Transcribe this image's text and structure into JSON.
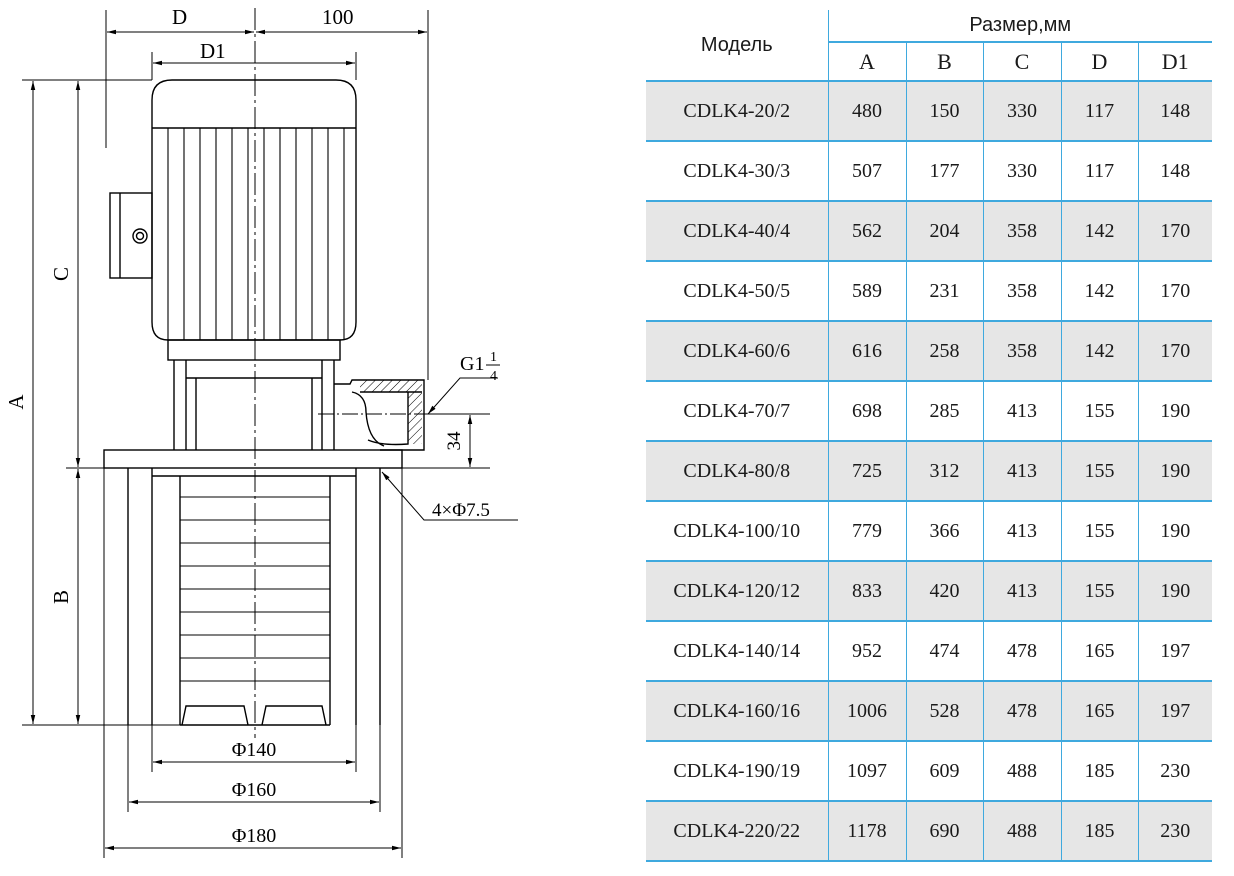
{
  "drawing": {
    "dims": {
      "D": "D",
      "D1": "D1",
      "width_100": "100",
      "A": "A",
      "B": "B",
      "C": "C",
      "thread": "G1",
      "thread_frac_num": "1",
      "thread_frac_den": "4",
      "offset_34": "34",
      "holes": "4×Φ7.5",
      "dia_140": "Φ140",
      "dia_160": "Φ160",
      "dia_180": "Φ180"
    }
  },
  "table": {
    "model_header": "Модель",
    "size_header": "Размер,мм",
    "columns": [
      "A",
      "B",
      "C",
      "D",
      "D1"
    ],
    "rows": [
      {
        "model": "CDLK4-20/2",
        "A": "480",
        "B": "150",
        "C": "330",
        "D": "117",
        "D1": "148"
      },
      {
        "model": "CDLK4-30/3",
        "A": "507",
        "B": "177",
        "C": "330",
        "D": "117",
        "D1": "148"
      },
      {
        "model": "CDLK4-40/4",
        "A": "562",
        "B": "204",
        "C": "358",
        "D": "142",
        "D1": "170"
      },
      {
        "model": "CDLK4-50/5",
        "A": "589",
        "B": "231",
        "C": "358",
        "D": "142",
        "D1": "170"
      },
      {
        "model": "CDLK4-60/6",
        "A": "616",
        "B": "258",
        "C": "358",
        "D": "142",
        "D1": "170"
      },
      {
        "model": "CDLK4-70/7",
        "A": "698",
        "B": "285",
        "C": "413",
        "D": "155",
        "D1": "190"
      },
      {
        "model": "CDLK4-80/8",
        "A": "725",
        "B": "312",
        "C": "413",
        "D": "155",
        "D1": "190"
      },
      {
        "model": "CDLK4-100/10",
        "A": "779",
        "B": "366",
        "C": "413",
        "D": "155",
        "D1": "190"
      },
      {
        "model": "CDLK4-120/12",
        "A": "833",
        "B": "420",
        "C": "413",
        "D": "155",
        "D1": "190"
      },
      {
        "model": "CDLK4-140/14",
        "A": "952",
        "B": "474",
        "C": "478",
        "D": "165",
        "D1": "197"
      },
      {
        "model": "CDLK4-160/16",
        "A": "1006",
        "B": "528",
        "C": "478",
        "D": "165",
        "D1": "197"
      },
      {
        "model": "CDLK4-190/19",
        "A": "1097",
        "B": "609",
        "C": "488",
        "D": "185",
        "D1": "230"
      },
      {
        "model": "CDLK4-220/22",
        "A": "1178",
        "B": "690",
        "C": "488",
        "D": "185",
        "D1": "230"
      }
    ]
  },
  "colors": {
    "grid_line": "#3fa9de",
    "row_shade": "#e6e6e6",
    "drawing_line": "#000000"
  }
}
